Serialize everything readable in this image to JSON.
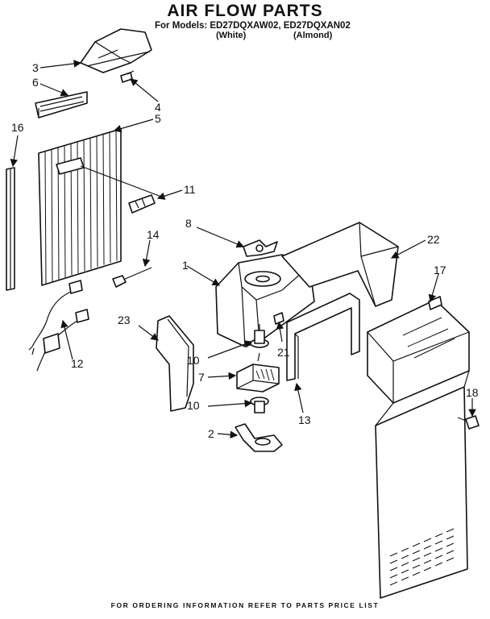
{
  "header": {
    "title": "AIR FLOW PARTS",
    "models_line": "For Models: ED27DQXAW02, ED27DQXAN02",
    "variant_white": "(White)",
    "variant_almond": "(Almond)"
  },
  "footer": {
    "text": "FOR ORDERING INFORMATION REFER TO PARTS PRICE LIST"
  },
  "labels": {
    "p1": "1",
    "p2": "2",
    "p3": "3",
    "p4": "4",
    "p5": "5",
    "p6": "6",
    "p7": "7",
    "p8": "8",
    "p10a": "10",
    "p10b": "10",
    "p11": "11",
    "p12": "12",
    "p13": "13",
    "p14": "14",
    "p16": "16",
    "p17": "17",
    "p18": "18",
    "p21": "21",
    "p22": "22",
    "p23": "23"
  }
}
